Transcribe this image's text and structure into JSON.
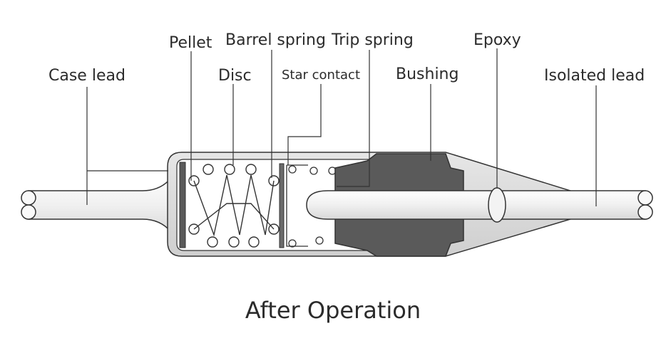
{
  "labels": {
    "pellet": "Pellet",
    "barrel_spring": "Barrel spring",
    "trip_spring": "Trip spring",
    "epoxy": "Epoxy",
    "case_lead": "Case lead",
    "disc": "Disc",
    "star_contact": "Star contact",
    "bushing": "Bushing",
    "isolated_lead": "Isolated lead"
  },
  "caption": "After Operation",
  "colors": {
    "line": "#333333",
    "case_fill": "#dcdcdc",
    "bushing_fill": "#5a5a5a",
    "lead_fill": "#f2f2f2"
  }
}
